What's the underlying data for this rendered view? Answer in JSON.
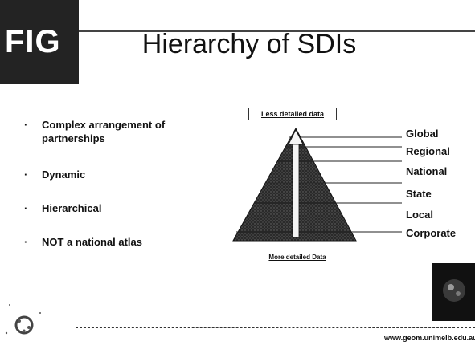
{
  "logo": {
    "text": "FIG"
  },
  "slide": {
    "title": "Hierarchy of SDIs"
  },
  "bullets": [
    "Complex arrangement of partnerships",
    "Dynamic",
    "Hierarchical",
    "NOT a national atlas"
  ],
  "bullet_marker": "·",
  "pyramid": {
    "top_caption": "Less detailed data",
    "bottom_caption": "More detailed Data",
    "levels": [
      "Global",
      "Regional",
      "National",
      "State",
      "Local",
      "Corporate"
    ]
  },
  "footer": {
    "url": "www.geom.unimelb.edu.au"
  },
  "colors": {
    "logo_bg": "#232323",
    "pyramid_dark": "#2a2a2a",
    "text": "#111111"
  }
}
